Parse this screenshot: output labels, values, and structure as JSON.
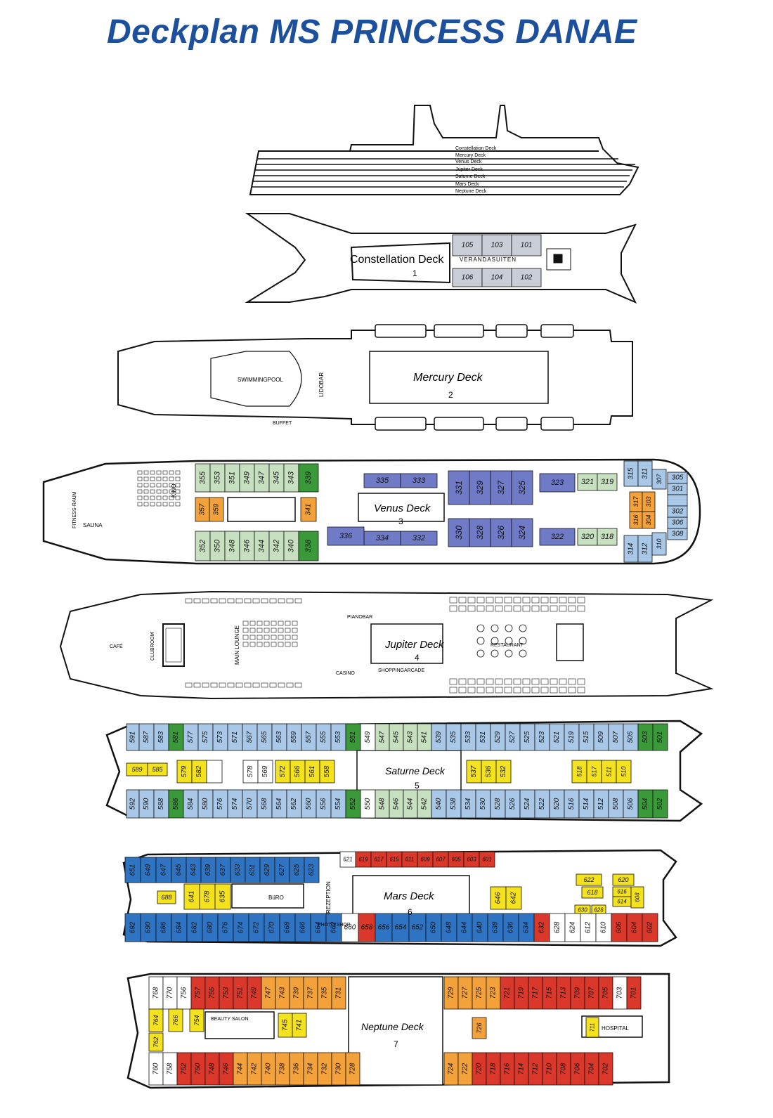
{
  "title": "Deckplan MS PRINCESS DANAE",
  "colors": {
    "title": "#1c4f9c",
    "light_blue": "#a9c8e8",
    "blue": "#2f74c2",
    "indigo": "#6f7bc7",
    "green": "#3a9a3a",
    "light_green": "#c6e0c0",
    "orange": "#f3a23b",
    "yellow": "#f5e21e",
    "red": "#d9382b",
    "grey": "#c9ced6"
  },
  "profile_labels": [
    "Constellation Deck",
    "Mercury Deck",
    "Venus Deck",
    "Jupiter Deck",
    "Saturne Deck",
    "Mars Deck",
    "Neptune Deck"
  ],
  "decks": {
    "constellation": {
      "name": "Constellation Deck",
      "number": "1",
      "label_verandasuiten": "VERANDASUITEN",
      "top_cabins": [
        "105",
        "103",
        "101"
      ],
      "bottom_cabins": [
        "106",
        "104",
        "102"
      ]
    },
    "mercury": {
      "name": "Mercury Deck",
      "number": "2",
      "swimmingpool": "SWIMMINGPOOL",
      "lidobar": "LIDOBAR",
      "buffet": "BUFFET"
    },
    "venus": {
      "name": "Venus Deck",
      "number": "3",
      "fitness": "FITNESS-RAUM",
      "sauna": "SAUNA",
      "kino": "KINO",
      "top_green": [
        "355",
        "353",
        "351",
        "349",
        "347",
        "345",
        "343"
      ],
      "top_dkgreen": [
        "339"
      ],
      "mid_orange": [
        "357",
        "359",
        "341"
      ],
      "top_indigo": [
        "335",
        "333",
        "331",
        "329",
        "327",
        "325",
        "323"
      ],
      "top_light": [
        "321",
        "319"
      ],
      "aft_top": [
        "315",
        "311",
        "307",
        "305",
        "301"
      ],
      "bottom_green": [
        "352",
        "350",
        "348",
        "346",
        "344",
        "342",
        "340"
      ],
      "bottom_dkgreen": [
        "338"
      ],
      "bottom_indigo": [
        "336",
        "334",
        "332",
        "330",
        "328",
        "326",
        "324",
        "322"
      ],
      "bottom_light": [
        "320",
        "318"
      ],
      "aft_bottom": [
        "314",
        "312",
        "310",
        "308",
        "306",
        "302"
      ],
      "aft_orange": [
        "317",
        "303",
        "316",
        "304"
      ]
    },
    "jupiter": {
      "name": "Jupiter Deck",
      "number": "4",
      "cafe": "CAFÉ",
      "clubroom": "CLUBROOM",
      "main_lounge": "MAIN LOUNGE",
      "pianobar": "PIANOBAR",
      "casino": "CASINO",
      "shoppingarcade": "SHOPPINGARCADE",
      "restaurant": "RESTAURANT"
    },
    "saturne": {
      "name": "Saturne Deck",
      "number": "5",
      "top": [
        "591",
        "587",
        "583",
        "581",
        "577",
        "575",
        "573",
        "571",
        "567",
        "565",
        "563",
        "559",
        "557",
        "555",
        "553",
        "551",
        "549",
        "547",
        "545",
        "543",
        "541",
        "539",
        "535",
        "533",
        "531",
        "529",
        "527",
        "525",
        "523",
        "521",
        "519",
        "515",
        "509",
        "507",
        "505",
        "503",
        "501"
      ],
      "mid_left": [
        "589",
        "585",
        "579",
        "582",
        "578",
        "569",
        "572",
        "566",
        "561",
        "558"
      ],
      "mid_right": [
        "537",
        "536",
        "532",
        "518",
        "517",
        "511",
        "510"
      ],
      "bottom": [
        "592",
        "590",
        "588",
        "586",
        "584",
        "580",
        "576",
        "574",
        "570",
        "568",
        "564",
        "562",
        "560",
        "556",
        "554",
        "552",
        "550",
        "548",
        "546",
        "544",
        "542",
        "540",
        "538",
        "534",
        "530",
        "528",
        "526",
        "524",
        "522",
        "520",
        "516",
        "514",
        "512",
        "508",
        "506",
        "504",
        "502"
      ]
    },
    "mars": {
      "name": "Mars Deck",
      "number": "6",
      "buero": "BüRO",
      "rezeption": "REZEPTION",
      "photo_shop": "PHOTO SHOP",
      "top": [
        "651",
        "649",
        "647",
        "645",
        "643",
        "639",
        "637",
        "633",
        "631",
        "629",
        "627",
        "625",
        "623"
      ],
      "top_red": [
        "621",
        "619",
        "617",
        "615",
        "611",
        "609",
        "607",
        "605",
        "603",
        "601"
      ],
      "mid": [
        "688",
        "641",
        "678",
        "635",
        "646",
        "642"
      ],
      "right_yellow": [
        "622",
        "620",
        "618",
        "616",
        "614",
        "630",
        "626",
        "608"
      ],
      "bottom": [
        "692",
        "690",
        "686",
        "684",
        "682",
        "680",
        "676",
        "674",
        "672",
        "670",
        "668",
        "666",
        "664",
        "662",
        "660",
        "658",
        "656",
        "654",
        "652",
        "650",
        "648",
        "644",
        "640",
        "638",
        "636",
        "634",
        "632",
        "628",
        "624",
        "612",
        "610",
        "606",
        "604",
        "602"
      ]
    },
    "neptune": {
      "name": "Neptune Deck",
      "number": "7",
      "beauty_salon": "BEAUTY SALON",
      "hospital": "HOSPITAL",
      "top": [
        "768",
        "770",
        "756",
        "757",
        "755",
        "753",
        "751",
        "749",
        "747",
        "743",
        "739",
        "737",
        "735",
        "731",
        "729",
        "727",
        "725",
        "723",
        "721",
        "719",
        "717",
        "715",
        "713",
        "709",
        "707",
        "705",
        "703",
        "701"
      ],
      "mid": [
        "764",
        "766",
        "754",
        "745",
        "741",
        "726",
        "711"
      ],
      "left_mid": [
        "762"
      ],
      "bottom": [
        "760",
        "758",
        "752",
        "750",
        "748",
        "746",
        "744",
        "742",
        "740",
        "738",
        "736",
        "734",
        "732",
        "730",
        "728",
        "724",
        "722",
        "720",
        "718",
        "716",
        "714",
        "712",
        "710",
        "708",
        "706",
        "704",
        "702"
      ]
    }
  }
}
